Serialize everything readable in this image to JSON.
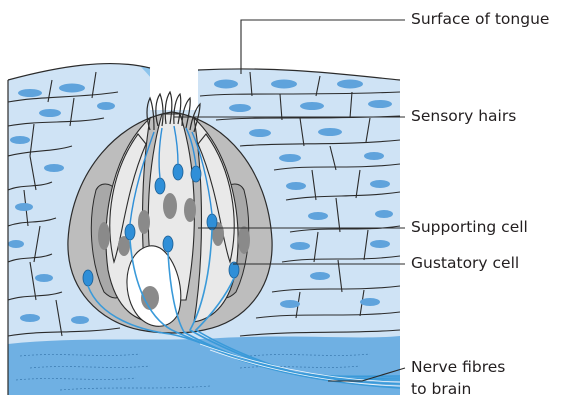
{
  "labels": {
    "surface": "Surface of tongue",
    "hairs": "Sensory hairs",
    "supporting": "Supporting cell",
    "gustatory": "Gustatory cell",
    "nerve_line1": "Nerve fibres",
    "nerve_line2": "to brain"
  },
  "colors": {
    "epithelium": "#cfe3f5",
    "cell_outline": "#2b2b2b",
    "nucleus_blue": "#5fa3dc",
    "pore_blue": "#8cc4ec",
    "dermis_blue": "#6fb0e3",
    "supporting_cell": "#e9e9e9",
    "dark_nucleus": "#8a8a8a",
    "outer_layer": "#bdbdbd",
    "gustatory_nucleus": "#2f8fd8",
    "nerve_fibre": "#3a9ad9"
  }
}
